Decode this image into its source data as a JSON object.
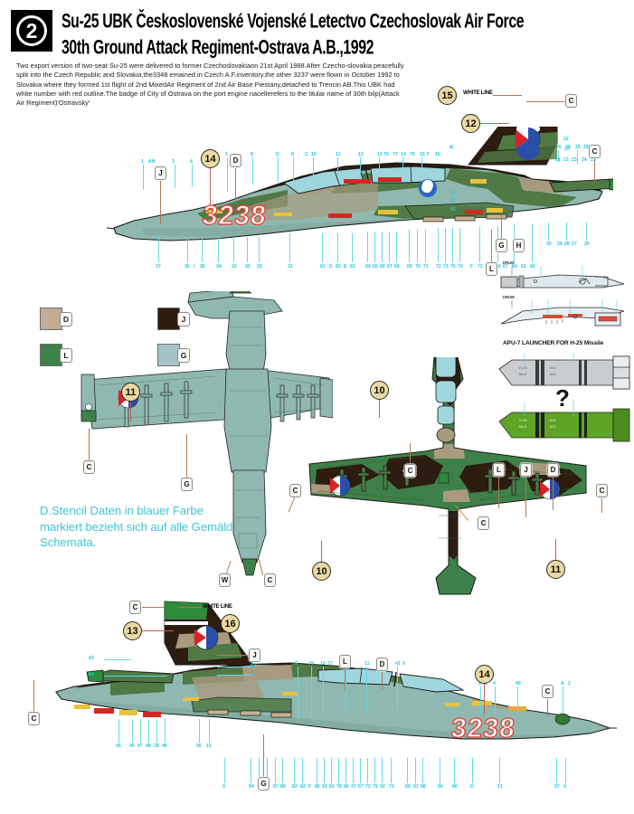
{
  "sheet": {
    "badge_number": "2",
    "title_line1": "Su-25 UBK Československé Vojenské Letectvo Czechoslovak Air Force",
    "title_line2": "30th Ground Attack Regiment-Ostrava A.B.,1992",
    "intro": "Two export version of two-seat Su-25 were delivered to former Czechoslovakiaon 21st April 1988.After Czecho-slovakia peacefully split into the Czech Republic and Slovakia,the3348 emained in Czech A.F.inventory,the other 3237 were flown in October 1992 to Slovakia where they formed 1st flight of 2nd MixedAir Regiment of 2nd Air Base Piestany,detached to Trencin AB.This UBK had white number with red outline.The badge of City of Ostrava on the port engine nacellerefers to the titular name of 30th bilp(Attack Air Regiment)'Ostravsky'"
  },
  "legend": {
    "items": [
      {
        "code": "D",
        "color": "#c3ab96",
        "name": "tan"
      },
      {
        "code": "J",
        "color": "#2d1c10",
        "name": "dark-brown"
      },
      {
        "code": "L",
        "color": "#3e8049",
        "name": "green"
      },
      {
        "code": "G",
        "color": "#a5c3c7",
        "name": "light-blue-grey"
      }
    ]
  },
  "german_note": "D.Stencil Daten in blauer Farbe markiert bezieht sich auf alle Gemälde Schemata.",
  "aircraft": {
    "serial": "3238",
    "serial_note": "white number with red outline"
  },
  "weapons": {
    "apu_caption": "APU-7 LAUNCHER FOR H-25 Missile",
    "question_mark": "?",
    "drum_label": "DRUM"
  },
  "white_line_labels": [
    "WHITE LINE",
    "WHITE LINE"
  ],
  "callouts": {
    "numbered": [
      "15",
      "12",
      "14",
      "11",
      "10",
      "10",
      "11",
      "13",
      "16",
      "14"
    ],
    "letters_top": [
      "C",
      "D",
      "J",
      "L",
      "G",
      "H",
      "C"
    ],
    "letters_mid": [
      "C",
      "G",
      "C",
      "W",
      "C",
      "L",
      "J",
      "D",
      "C",
      "C"
    ],
    "letters_bottom": [
      "C",
      "J",
      "L",
      "D",
      "C",
      "G",
      "C"
    ]
  },
  "stencil_numbers": {
    "top_upper": [
      "1",
      "AN",
      "3",
      "4",
      "N",
      "C",
      "5",
      "8",
      "D",
      "8",
      "C",
      "10",
      "11",
      "12",
      "13",
      "76",
      "77",
      "14",
      "79",
      "15",
      "F",
      "15",
      "76",
      "79",
      "25",
      "25"
    ],
    "top_lower": [
      "37",
      "36",
      "I",
      "35",
      "34",
      "33",
      "30",
      "32",
      "31",
      "61",
      "D",
      "62",
      "E",
      "63",
      "64",
      "65",
      "66",
      "67",
      "68",
      "69",
      "70",
      "71",
      "72",
      "73",
      "75",
      "74",
      "F",
      "72",
      "23",
      "66",
      "67",
      "84",
      "62",
      "60"
    ],
    "mid": [
      "30",
      "29",
      "28",
      "27",
      "26"
    ],
    "bottom_tail": [
      "43",
      "54",
      "42",
      "19",
      "45",
      "46",
      "47",
      "48",
      "28",
      "46",
      "50",
      "15"
    ],
    "bottom_body": [
      "F",
      "79",
      "15",
      "77",
      "76",
      "11",
      "41",
      "9",
      "94",
      "42",
      "93",
      "87",
      "86",
      "83",
      "82",
      "F",
      "85",
      "53",
      "81",
      "78",
      "80",
      "47",
      "57",
      "73",
      "72",
      "92",
      "71",
      "89",
      "91",
      "88",
      "90",
      "86",
      "D",
      "51",
      "37",
      "9"
    ],
    "bottom_right": [
      "B",
      "C",
      "4",
      "40",
      "A",
      "2"
    ],
    "colors": {
      "cyan": "#25c6dd"
    }
  },
  "colors": {
    "camo_green": "#3e8049",
    "camo_dark_green": "#4f7a45",
    "camo_brown": "#2d1c10",
    "camo_tan": "#a89a7d",
    "underside": "#8fb9b0",
    "canopy": "#9fd6dd",
    "roundel_red": "#d8232a",
    "roundel_blue": "#2a4fa8",
    "cyan_text": "#25c6dd",
    "badge_bg": "#e9d9a4",
    "missile_grey": "#c9cdd0",
    "missile_green": "#5ea526"
  }
}
